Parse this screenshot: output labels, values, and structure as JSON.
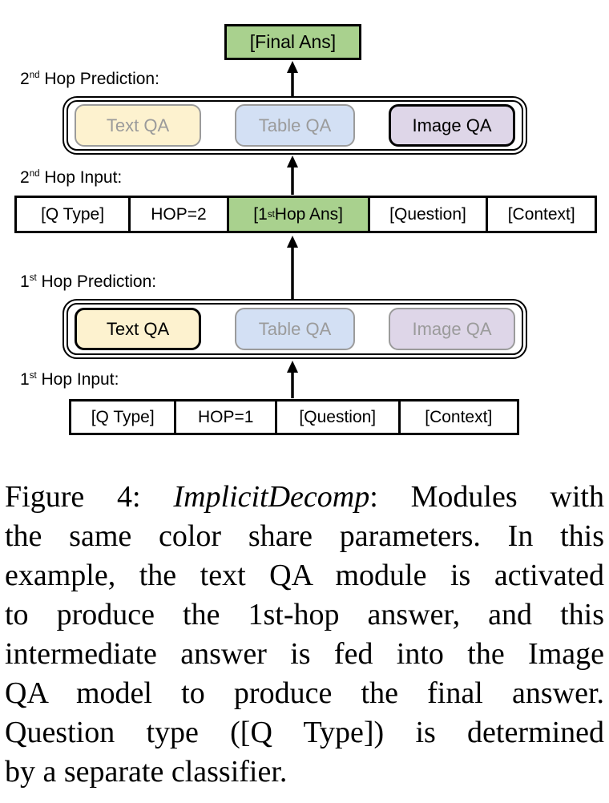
{
  "diagram": {
    "final_ans_label": "[Final Ans]",
    "hop2": {
      "prediction_label": {
        "num": "2",
        "sup": "nd",
        "rest": " Hop Prediction:"
      },
      "input_label": {
        "num": "2",
        "sup": "nd",
        "rest": " Hop Input:"
      },
      "modules": [
        {
          "label": "Text QA",
          "state": "inactive",
          "color": "#fdf2cf"
        },
        {
          "label": "Table QA",
          "state": "inactive",
          "color": "#d3e0f4"
        },
        {
          "label": "Image QA",
          "state": "active",
          "color": "#ded6e8"
        }
      ],
      "input_cells": [
        {
          "label": "[Q Type]"
        },
        {
          "label": "HOP=2"
        },
        {
          "pre": "[1",
          "sup": "st",
          "post": " Hop Ans]",
          "highlight": true
        },
        {
          "label": "[Question]"
        },
        {
          "label": "[Context]"
        }
      ]
    },
    "hop1": {
      "prediction_label": {
        "num": "1",
        "sup": "st",
        "rest": " Hop Prediction:"
      },
      "input_label": {
        "num": "1",
        "sup": "st",
        "rest": " Hop Input:"
      },
      "modules": [
        {
          "label": "Text QA",
          "state": "active",
          "color": "#fdf2cf"
        },
        {
          "label": "Table QA",
          "state": "inactive",
          "color": "#d3e0f4"
        },
        {
          "label": "Image QA",
          "state": "inactive",
          "color": "#ded6e8"
        }
      ],
      "input_cells": [
        {
          "label": "[Q Type]"
        },
        {
          "label": "HOP=1"
        },
        {
          "label": "[Question]"
        },
        {
          "label": "[Context]"
        }
      ]
    },
    "colors": {
      "answer_green": "#a9d18e",
      "module_yellow": "#fdf2cf",
      "module_blue": "#d3e0f4",
      "module_purple": "#ded6e8",
      "inactive_gray": "#9b9b9b",
      "border_black": "#000000"
    }
  },
  "caption": {
    "line1_prefix": "Figure 4: ",
    "line1_italic": "ImplicitDecomp",
    "line1_suffix": ": Modules with",
    "line2": "the same color share parameters. In this",
    "line3": "example, the text QA module is activated",
    "line4": "to produce the 1st-hop answer, and this",
    "line5": "intermediate answer is fed into the Image",
    "line6": "QA model to produce the final answer.",
    "line7": "Question type ([Q Type]) is determined",
    "line8": "by a separate classifier."
  }
}
